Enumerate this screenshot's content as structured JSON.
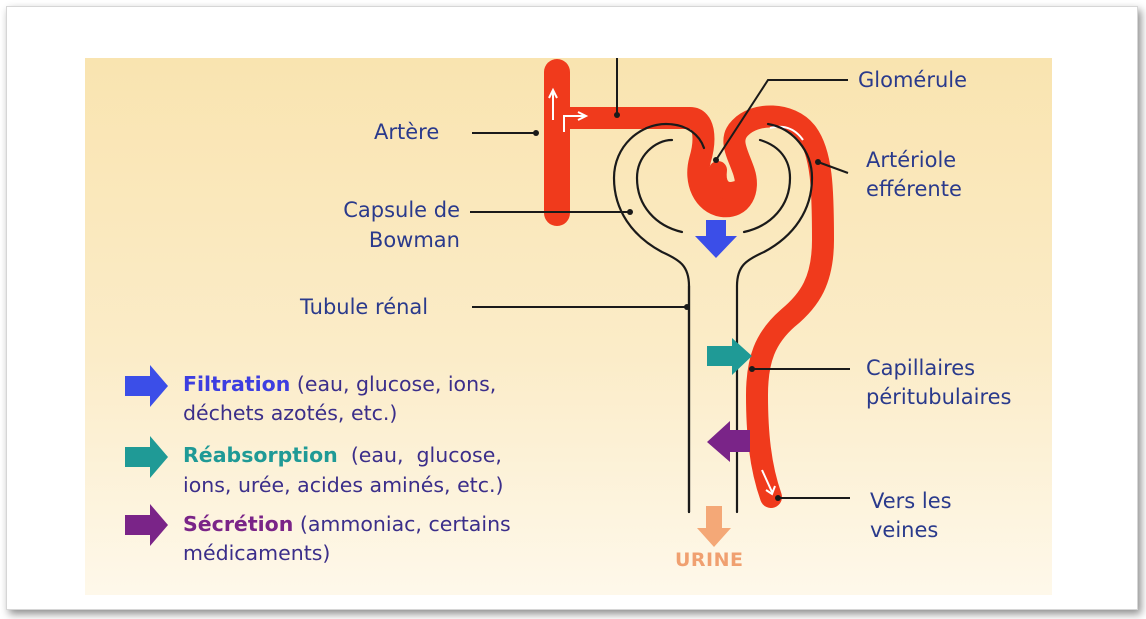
{
  "labels": {
    "artere": "Artère",
    "capsule_line1": "Capsule de",
    "capsule_line2": "Bowman",
    "tubule": "Tubule rénal",
    "glomerule": "Glomérule",
    "arteriole_line1": "Artériole",
    "arteriole_line2": "efférente",
    "capillaires_line1": "Capillaires",
    "capillaires_line2": "péritubulaires",
    "veines_line1": "Vers les",
    "veines_line2": "veines",
    "urine": "URINE"
  },
  "legend": {
    "filtration": {
      "term": "Filtration",
      "line1_rest": " (eau, glucose, ions,",
      "line2": "déchets azotés, etc.)",
      "color": "#3b4ee8"
    },
    "reabsorption": {
      "term": "Réabsorption",
      "line1_rest": "  (eau,  glucose,",
      "line2": "ions, urée, acides aminés, etc.)",
      "color": "#1f9a96"
    },
    "secretion": {
      "term": "Sécrétion",
      "line1_rest": " (ammoniac, certains",
      "line2": "médicaments)",
      "color": "#7a2488"
    }
  },
  "colors": {
    "vessel": "#f03a1c",
    "outline": "#1a1a1a",
    "urine_arrow": "#f4a877"
  }
}
